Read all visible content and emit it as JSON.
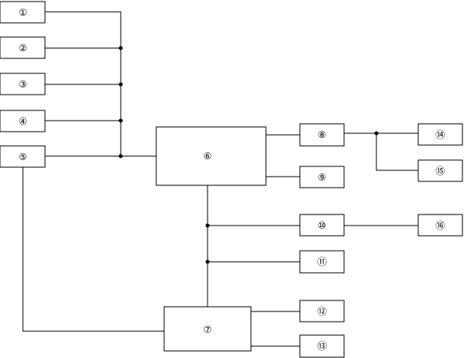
{
  "diagram": {
    "nodes": {
      "n1": "①",
      "n2": "②",
      "n3": "③",
      "n4": "④",
      "n5": "⑤",
      "n6": "⑥",
      "n7": "⑦",
      "n8": "⑧",
      "n9": "⑨",
      "n10": "⑩",
      "n11": "⑪",
      "n12": "⑫",
      "n13": "⑬",
      "n14": "⑭",
      "n15": "⑮",
      "n16": "⑯"
    }
  }
}
